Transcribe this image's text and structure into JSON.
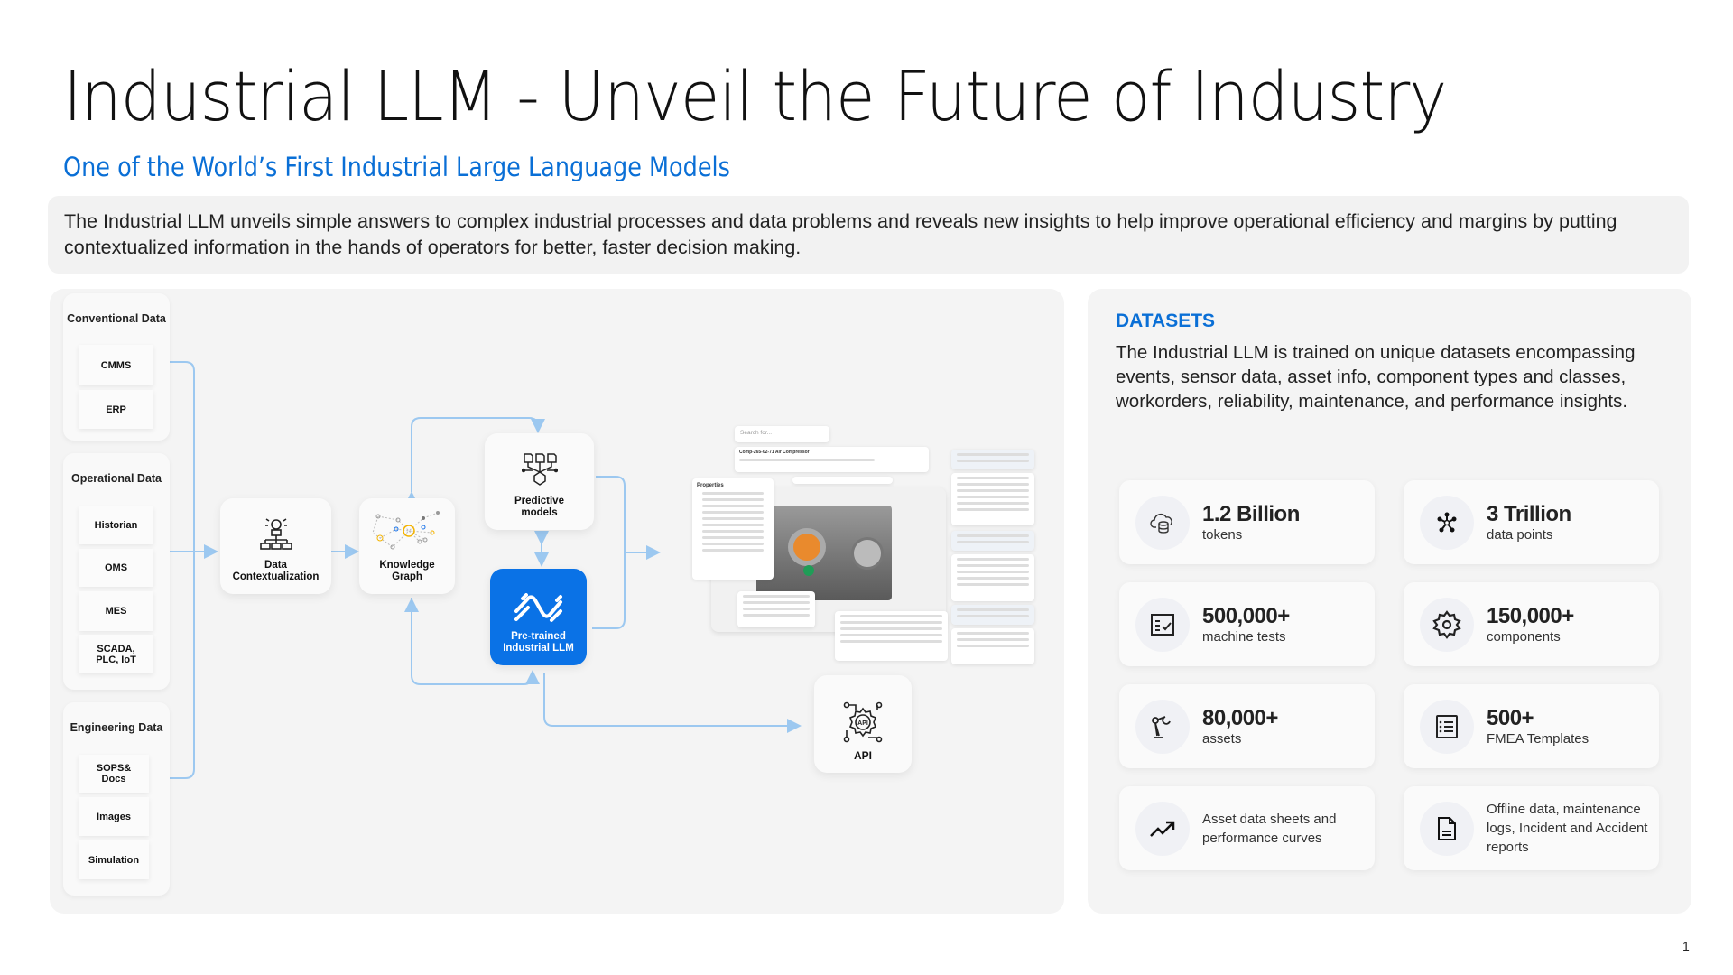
{
  "title": "Industrial LLM - Unveil the Future of Industry",
  "subtitle": "One of the World’s First Industrial Large Language Models",
  "description": "The Industrial LLM unveils simple answers to complex industrial processes and data problems and reveals new insights to help improve operational efficiency and margins by putting contextualized information in the hands of operators for better, faster decision making.",
  "colors": {
    "accent": "#0a6fd6",
    "llm_box": "#0a72e6",
    "connector": "#9cc8f0",
    "panel": "#f4f4f4"
  },
  "diagram": {
    "groups": [
      {
        "title": "Conventional Data",
        "items": [
          "CMMS",
          "ERP"
        ]
      },
      {
        "title": "Operational Data",
        "items": [
          "Historian",
          "OMS",
          "MES",
          "SCADA, PLC, IoT"
        ]
      },
      {
        "title": "Engineering Data",
        "items": [
          "SOPS& Docs",
          "Images",
          "Simulation"
        ]
      }
    ],
    "nodes": {
      "data_ctx": {
        "label": "Data Contextualization",
        "icon": "lightbulb-hierarchy-icon"
      },
      "kg": {
        "label": "Knowledge Graph",
        "icon": "network-graph-icon"
      },
      "predictive": {
        "label": "Predictive models",
        "icon": "model-network-icon"
      },
      "llm": {
        "label": "Pre-trained Industrial LLM",
        "icon": "industrial-llm-logo-icon"
      },
      "api": {
        "label": "API",
        "icon": "api-gear-icon"
      }
    },
    "app_preview": {
      "search_placeholder": "Search for...",
      "asset_title": "Comp-265-02-71 Air Compressor",
      "properties_title": "Properties"
    }
  },
  "datasets": {
    "title": "DATASETS",
    "description": "The Industrial LLM is trained on unique datasets encompassing events, sensor data, asset info, component types and classes, workorders, reliability, maintenance, and performance insights.",
    "cards": [
      {
        "value": "1.2 Billion",
        "label": "tokens",
        "icon": "cloud-database-icon"
      },
      {
        "value": "3 Trillion",
        "label": "data points",
        "icon": "hub-nodes-icon"
      },
      {
        "value": "500,000+",
        "label": "machine tests",
        "icon": "checklist-icon"
      },
      {
        "value": "150,000+",
        "label": "components",
        "icon": "gear-icon"
      },
      {
        "value": "80,000+",
        "label": "assets",
        "icon": "robot-arm-icon"
      },
      {
        "value": "500+",
        "label": "FMEA Templates",
        "icon": "list-document-icon"
      },
      {
        "text": "Asset data sheets and performance curves",
        "icon": "trending-up-icon"
      },
      {
        "text": "Offline data, maintenance logs, Incident and Accident reports",
        "icon": "document-icon"
      }
    ]
  },
  "page_number": "1"
}
